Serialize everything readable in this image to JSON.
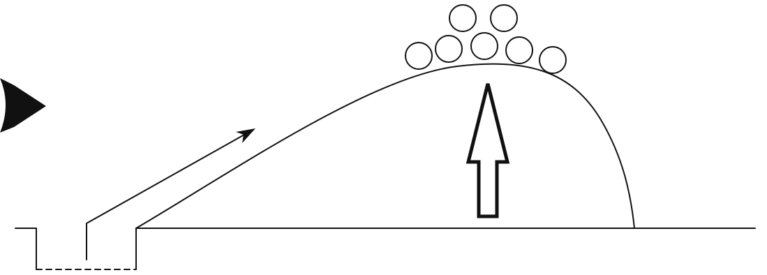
{
  "diagram": {
    "colors": {
      "background": "#ffffff",
      "line": "#111111"
    },
    "elements": {
      "pointer_icon": "arrowhead-pointer",
      "flow_arrow_icon": "arrow-up-right",
      "lift_arrow_icon": "hollow-up-arrow",
      "particles_count": 7
    }
  }
}
